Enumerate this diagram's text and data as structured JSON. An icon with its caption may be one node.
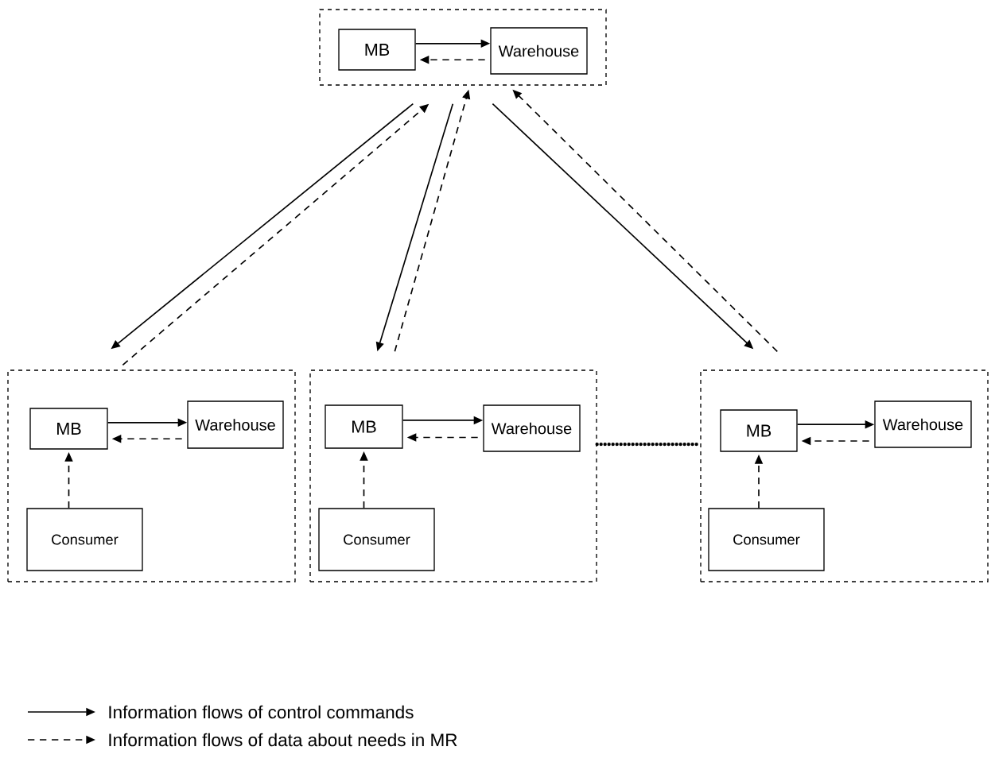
{
  "diagram": {
    "nodes": [
      {
        "text": [],
        "shape": "box"
      },
      {
        "text": [
          "MB"
        ],
        "in": 0
      },
      {
        "text": [
          "Warehouse"
        ],
        "in": 0
      },
      {
        "text": [],
        "shape": "box"
      },
      {
        "text": [
          "MB"
        ],
        "in": 3
      },
      {
        "text": [
          "Warehouse"
        ],
        "in": 3
      },
      {
        "text": [
          "Consumer"
        ],
        "in": 3
      },
      {
        "text": [],
        "shape": "box"
      },
      {
        "text": [
          "MB"
        ],
        "in": 7
      },
      {
        "text": [
          "Warehouse"
        ],
        "in": 7
      },
      {
        "text": [
          "Consumer"
        ],
        "in": 7
      },
      {
        "text": [],
        "shape": "box"
      },
      {
        "text": [
          "MB"
        ],
        "in": 11
      },
      {
        "text": [
          "Warehouse"
        ],
        "in": 11
      },
      {
        "text": [
          "Consumer"
        ],
        "in": 11
      }
    ],
    "edges": [
      {
        "from": 1,
        "to": 2,
        "arrow": "to"
      },
      {
        "from": 2,
        "to": 1,
        "arrow": "to",
        "style": "dashed"
      },
      {
        "from": 4,
        "to": 5,
        "arrow": "to"
      },
      {
        "from": 5,
        "to": 4,
        "arrow": "to",
        "style": "dashed"
      },
      {
        "from": 6,
        "to": 4,
        "arrow": "to",
        "style": "dashed"
      },
      {
        "from": 8,
        "to": 9,
        "arrow": "to"
      },
      {
        "from": 9,
        "to": 8,
        "arrow": "to",
        "style": "dashed"
      },
      {
        "from": 10,
        "to": 8,
        "arrow": "to",
        "style": "dashed"
      },
      {
        "from": 12,
        "to": 13,
        "arrow": "to"
      },
      {
        "from": 13,
        "to": 12,
        "arrow": "to",
        "style": "dashed"
      },
      {
        "from": 14,
        "to": 12,
        "arrow": "to",
        "style": "dashed"
      },
      {
        "from": 0,
        "to": 3,
        "arrow": "to"
      },
      {
        "from": 3,
        "to": 0,
        "arrow": "to",
        "style": "dashed"
      },
      {
        "from": 0,
        "to": 7,
        "arrow": "to"
      },
      {
        "from": 7,
        "to": 0,
        "arrow": "to",
        "style": "dashed"
      },
      {
        "from": 0,
        "to": 11,
        "arrow": "to"
      },
      {
        "from": 11,
        "to": 0,
        "arrow": "to",
        "style": "dashed"
      },
      {
        "from": 7,
        "to": 11,
        "arrow": "none",
        "style": "dashed"
      }
    ],
    "legend": [
      {
        "text": "Information flows of control commands"
      },
      {
        "text": "Information flows of data about needs in MR"
      }
    ]
  }
}
